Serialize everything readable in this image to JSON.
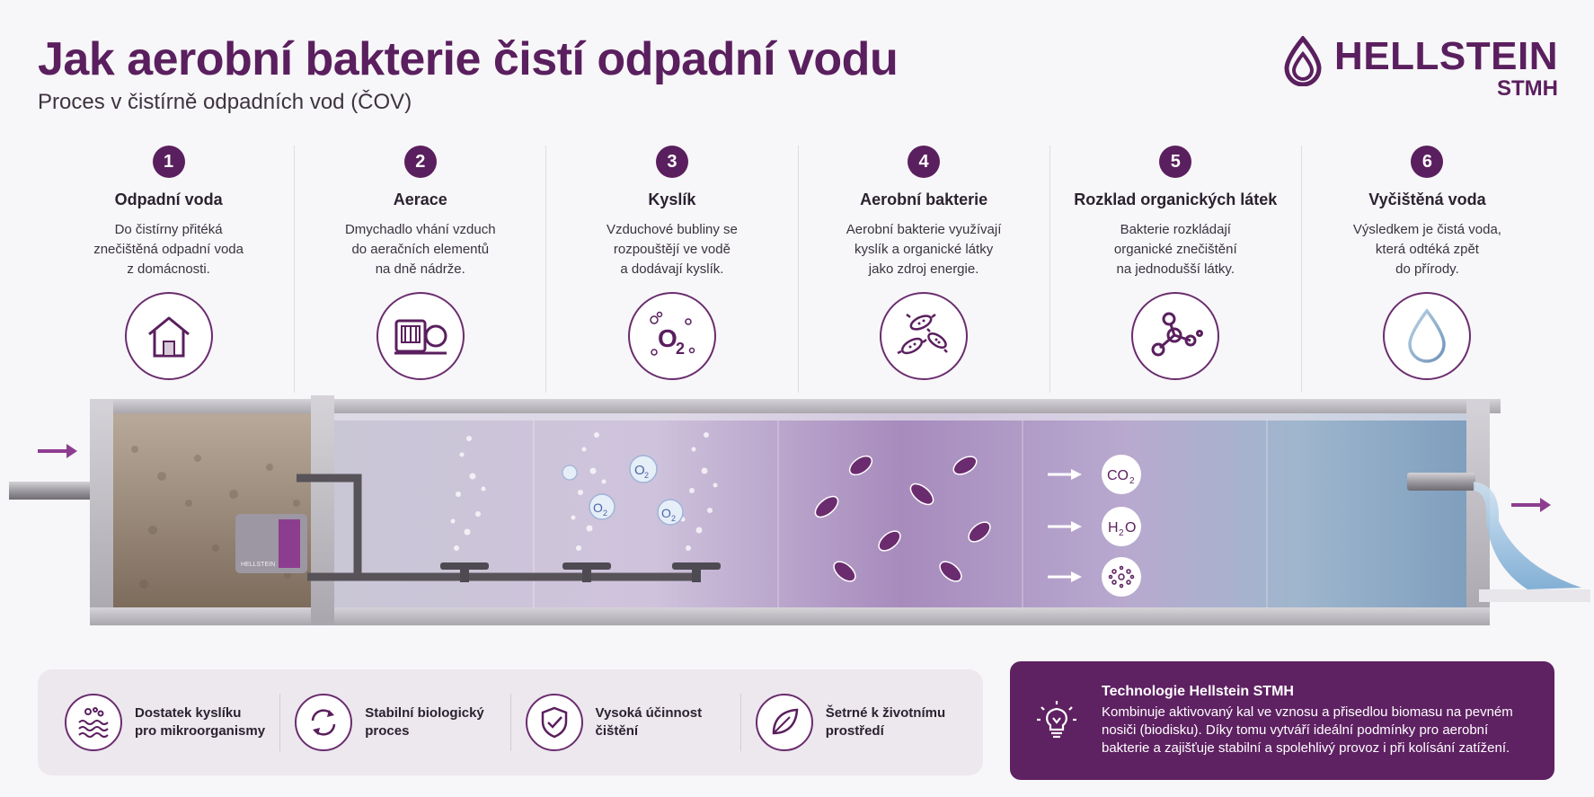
{
  "header": {
    "title": "Jak aerobní bakterie čistí odpadní vodu",
    "subtitle": "Proces v čistírně odpadních vod (ČOV)"
  },
  "brand": {
    "name": "HELLSTEIN",
    "sub": "STMH",
    "color": "#5a1f5e"
  },
  "steps": [
    {
      "num": "1",
      "title": "Odpadní voda",
      "desc": "Do čistírny přitéká\nznečištěná odpadní voda\nz domácnosti.",
      "icon": "house-icon"
    },
    {
      "num": "2",
      "title": "Aerace",
      "desc": "Dmychadlo vhání vzduch\ndo aeračních elementů\nna dně nádrže.",
      "icon": "blower-icon"
    },
    {
      "num": "3",
      "title": "Kyslík",
      "desc": "Vzduchové bubliny se\nrozpouštějí ve vodě\na dodávají kyslík.",
      "icon": "oxygen-icon"
    },
    {
      "num": "4",
      "title": "Aerobní bakterie",
      "desc": "Aerobní bakterie využívají\nkyslík a organické látky\njako zdroj energie.",
      "icon": "bacteria-icon"
    },
    {
      "num": "5",
      "title": "Rozklad organických látek",
      "desc": "Bakterie rozkládají\norganické znečištění\nna jednodušší látky.",
      "icon": "molecule-icon"
    },
    {
      "num": "6",
      "title": "Vyčištěná voda",
      "desc": "Výsledkem je čistá voda,\nkterá odtéká zpět\ndo přírody.",
      "icon": "water-drop-icon"
    }
  ],
  "tank": {
    "o2_label": "O",
    "o2_sub": "2",
    "blower_brand": "HELLSTEIN",
    "products": [
      {
        "main": "CO",
        "sub": "2"
      },
      {
        "main": "H",
        "sub": "2",
        "tail": "O"
      }
    ]
  },
  "features": [
    {
      "label": "Dostatek kyslíku\npro mikroorganismy",
      "icon": "oxygen-waves-icon"
    },
    {
      "label": "Stabilní biologický\nproces",
      "icon": "cycle-icon"
    },
    {
      "label": "Vysoká účinnost\nčištění",
      "icon": "shield-check-icon"
    },
    {
      "label": "Šetrné k životnímu\nprostředí",
      "icon": "leaf-icon"
    }
  ],
  "technology": {
    "title": "Technologie Hellstein STMH",
    "body": "Kombinuje aktivovaný kal ve vznosu a přisedlou biomasu na pevném nosiči (biodisku). Díky tomu vytváří ideální podmínky pro aerobní bakterie a zajišťuje stabilní a spolehlivý provoz i při kolísání zatížení.",
    "icon": "lightbulb-icon"
  },
  "colors": {
    "accent": "#5a1f5e",
    "panel": "#5e2162",
    "light_panel": "#ece8ee"
  }
}
